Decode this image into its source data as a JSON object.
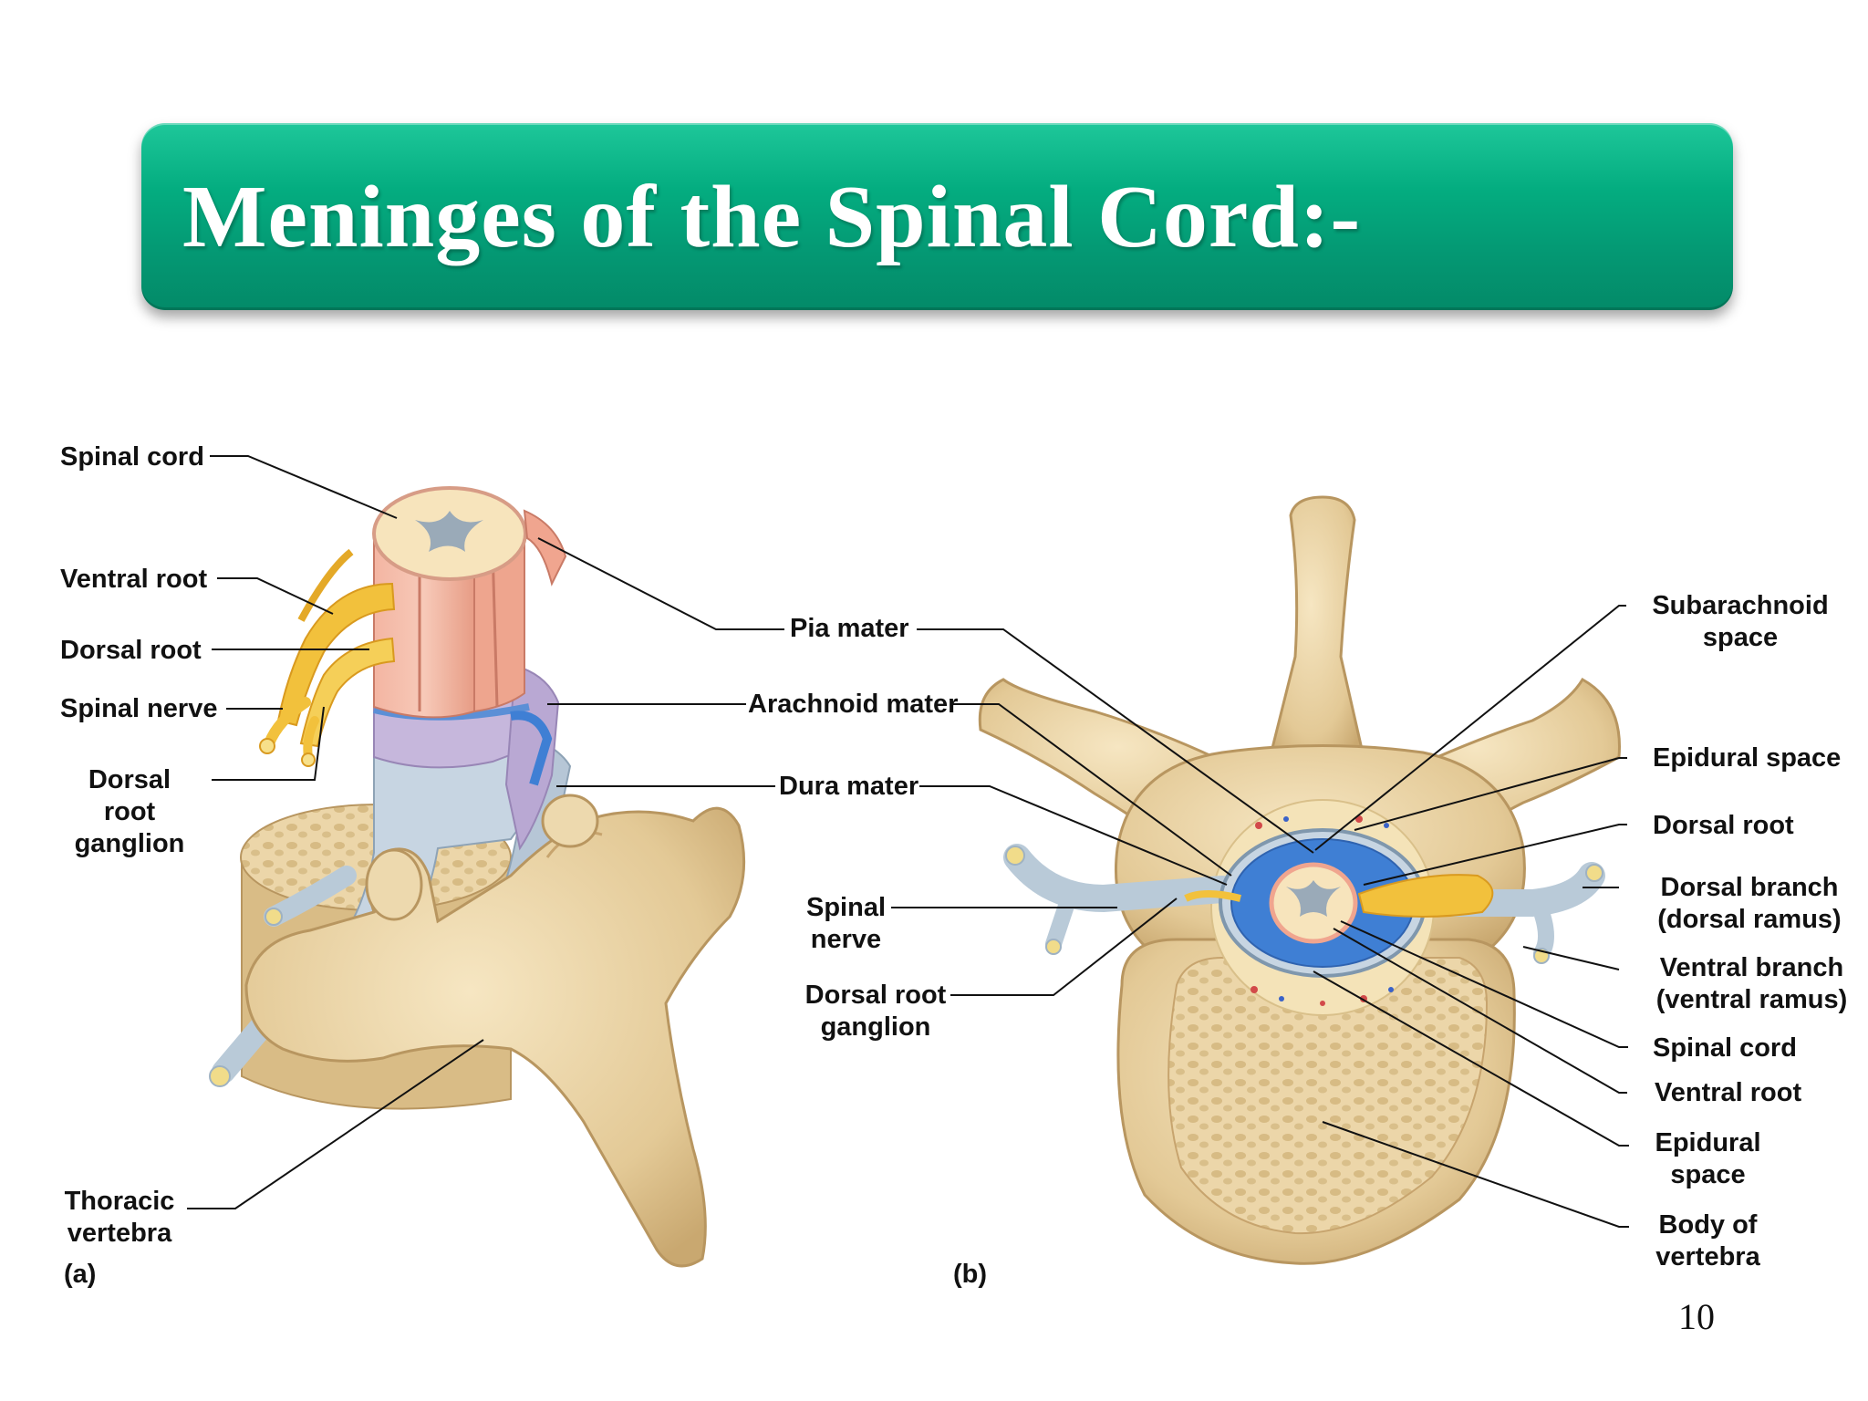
{
  "slide": {
    "title": "Meninges of the Spinal Cord:-",
    "page_number": "10"
  },
  "figure_a": {
    "panel_label": "(a)",
    "labels": {
      "spinal_cord": "Spinal cord",
      "ventral_root": "Ventral root",
      "dorsal_root": "Dorsal root",
      "spinal_nerve": "Spinal nerve",
      "dorsal_root_ganglion": "Dorsal root\nganglion",
      "thoracic_vertebra": "Thoracic\nvertebra"
    }
  },
  "shared_labels": {
    "pia_mater": "Pia mater",
    "arachnoid_mater": "Arachnoid mater",
    "dura_mater": "Dura mater"
  },
  "figure_b": {
    "panel_label": "(b)",
    "labels": {
      "spinal_nerve": "Spinal\nnerve",
      "dorsal_root_ganglion": "Dorsal root\nganglion",
      "subarachnoid_space": "Subarachnoid\nspace",
      "epidural_space_top": "Epidural space",
      "dorsal_root": "Dorsal root",
      "dorsal_branch": "Dorsal branch\n(dorsal ramus)",
      "ventral_branch": "Ventral branch\n(ventral ramus)",
      "spinal_cord": "Spinal cord",
      "ventral_root": "Ventral root",
      "epidural_space_bottom": "Epidural\nspace",
      "body_of_vertebra": "Body of\nvertebra"
    }
  },
  "colors": {
    "title_green": "#04ad80",
    "bone": "#e6cf9f",
    "dura": "#c7d5e2",
    "arachnoid": "#c6b7dc",
    "pia": "#f0a58f",
    "nerve_root": "#f2c13c"
  }
}
